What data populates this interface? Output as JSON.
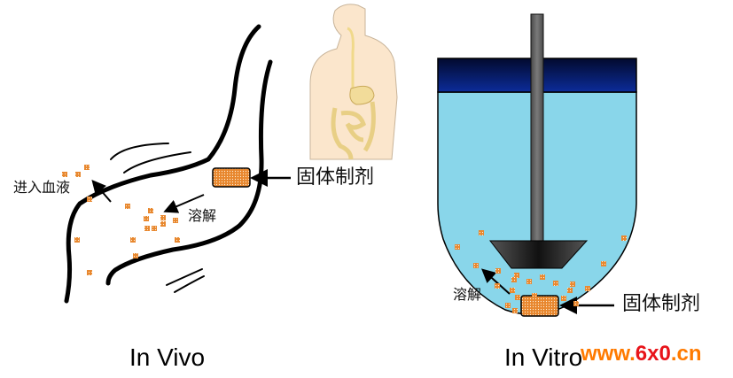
{
  "in_vivo": {
    "caption": "In Vivo",
    "labels": {
      "solid_dosage": "固体制剂",
      "dissolution": "溶解",
      "enter_blood": "进入血液"
    }
  },
  "in_vitro": {
    "caption": "In Vitro",
    "labels": {
      "solid_dosage": "固体制剂",
      "dissolution": "溶解"
    }
  },
  "colors": {
    "tablet_fill": "#e8872e",
    "particle": "#e8872e",
    "medium": "#89d6ea",
    "medium_top": "#0a2a8a",
    "paddle": "#3a3a3a",
    "body_skin": "#fbe6cc",
    "gut": "#f2dc9a"
  },
  "watermark": {
    "part1": "www.",
    "part2": "6x0",
    "part3": ".cn"
  }
}
